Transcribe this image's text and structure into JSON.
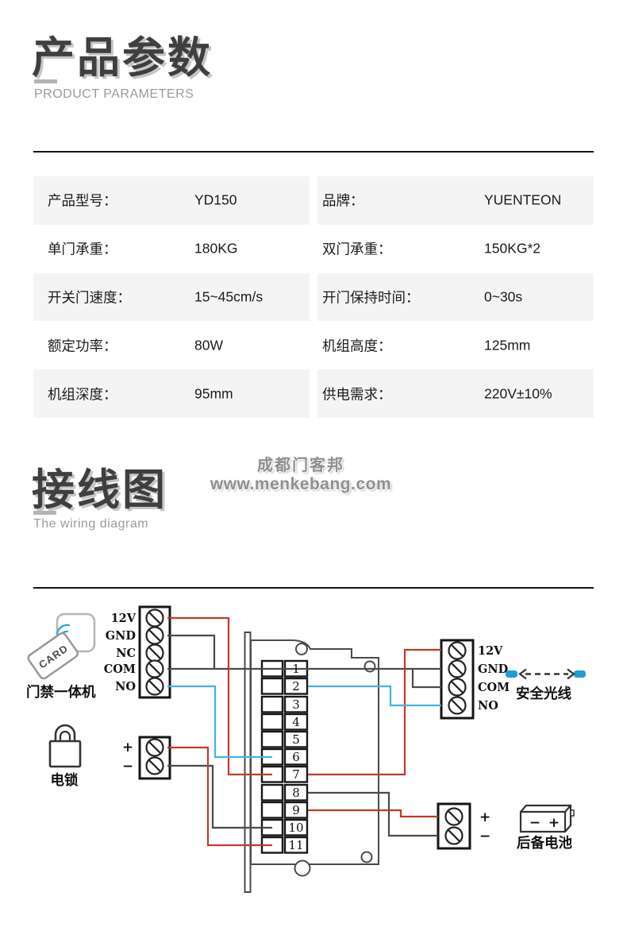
{
  "page": {
    "section1_title": "产品参数",
    "section1_subtitle": "PRODUCT PARAMETERS",
    "section2_title": "接线图",
    "section2_subtitle": "The wiring diagram",
    "watermark_line1": "成都门客邦",
    "watermark_line2": "www.menkebang.com"
  },
  "parameters": {
    "rows": [
      {
        "label1": "产品型号：",
        "value1": "YD150",
        "label2": "品牌：",
        "value2": "YUENTEON"
      },
      {
        "label1": "单门承重：",
        "value1": "180KG",
        "label2": "双门承重：",
        "value2": "150KG*2"
      },
      {
        "label1": "开关门速度：",
        "value1": "15~45cm/s",
        "label2": "开门保持时间：",
        "value2": "0~30s"
      },
      {
        "label1": "额定功率：",
        "value1": "80W",
        "label2": "机组高度：",
        "value2": "125mm"
      },
      {
        "label1": "机组深度：",
        "value1": "95mm",
        "label2": "供电需求：",
        "value2": "220V±10%"
      }
    ]
  },
  "wiring": {
    "reader": {
      "label": "门禁一体机",
      "card_text": "CARD",
      "terminals": [
        "12V",
        "GND",
        "NC",
        "COM",
        "NO"
      ]
    },
    "lock": {
      "label": "电锁",
      "terminals": [
        "+",
        "−"
      ]
    },
    "board": {
      "terminals": [
        "1",
        "2",
        "3",
        "4",
        "5",
        "6",
        "7",
        "8",
        "9",
        "10",
        "11"
      ]
    },
    "safety": {
      "label": "安全光线",
      "terminals": [
        "12V",
        "GND",
        "COM",
        "NO"
      ]
    },
    "battery": {
      "label": "后备电池",
      "terminals": [
        "+",
        "−"
      ],
      "face": [
        "−",
        "+"
      ]
    },
    "colors": {
      "wire_red": "#c0392e",
      "wire_blue": "#3fb3e3",
      "wire_dark": "#4a4a4a"
    }
  }
}
